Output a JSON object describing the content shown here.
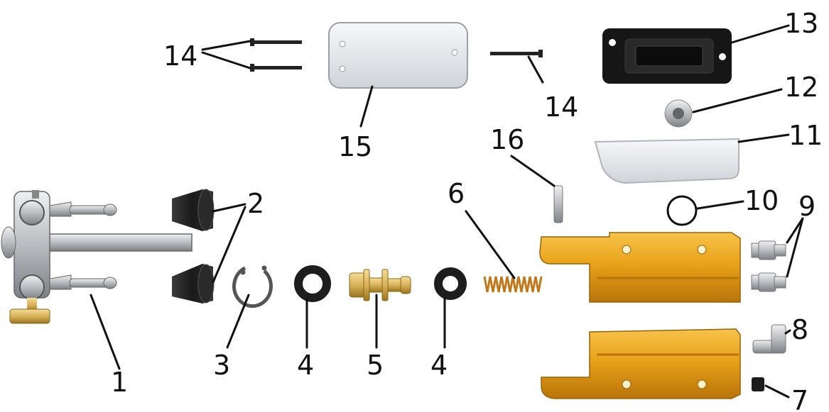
{
  "labels": {
    "l1": "1",
    "l2": "2",
    "l3": "3",
    "l4a": "4",
    "l4b": "4",
    "l5": "5",
    "l6": "6",
    "l7": "7",
    "l8": "8",
    "l9": "9",
    "l10": "10",
    "l11": "11",
    "l12": "12",
    "l13": "13",
    "l14a": "14",
    "l14b": "14",
    "l15": "15",
    "l16": "16"
  },
  "colors": {
    "anodized_gold": "#e8a21a",
    "rubber_black": "#1e1e1e",
    "steel": "#b9bcc0",
    "brass": "#d9b25a",
    "cover_white": "#e6e8ec"
  }
}
